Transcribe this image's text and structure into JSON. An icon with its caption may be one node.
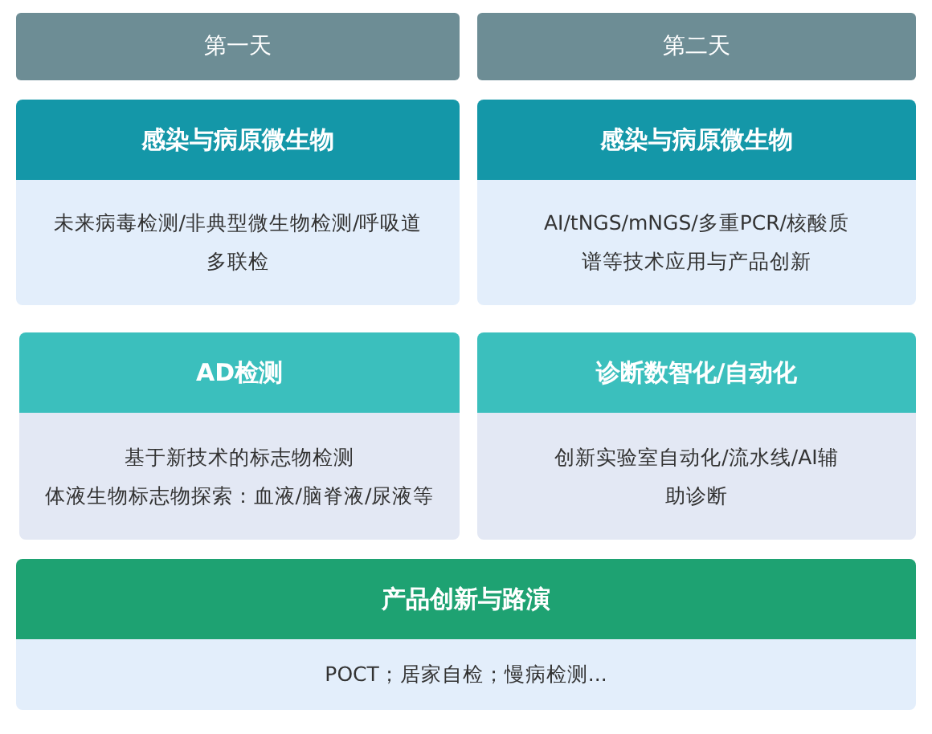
{
  "diagram": {
    "nodes": [
      {
        "text": [
          "第一天"
        ]
      },
      {
        "text": [
          "第二天"
        ]
      },
      {
        "text": [
          "感染与病原微生物",
          "未来病毒检测/非典型微生物检测/呼吸道多联检"
        ]
      },
      {
        "text": [
          "感染与病原微生物",
          "AI/tNGS/mNGS/多重PCR/核酸质谱等技术应用与产品创新"
        ]
      },
      {
        "text": [
          "AD检测",
          "基于新技术的标志物检测",
          "体液生物标志物探索：血液/脑脊液/尿液等"
        ]
      },
      {
        "text": [
          "诊断数智化/自动化",
          "创新实验室自动化/流水线/AI辅助诊断"
        ]
      },
      {
        "text": [
          "产品创新与路演",
          "POCT；居家自检；慢病检测..."
        ]
      }
    ],
    "edges": []
  }
}
